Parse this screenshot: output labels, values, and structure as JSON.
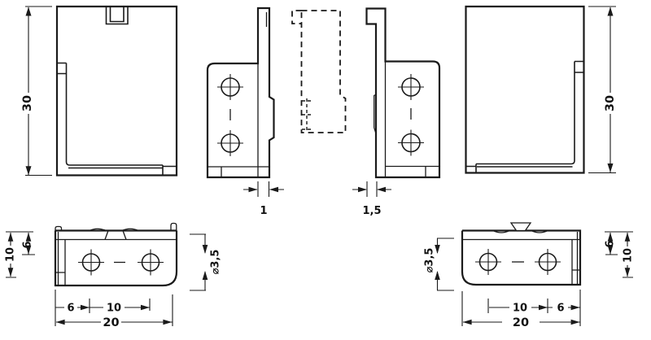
{
  "drawing": {
    "type": "technical-orthographic-views",
    "subject": "pair of mirrored mounting brackets with two holes each",
    "line_color": "#1a1a1a",
    "background": "#ffffff",
    "views": {
      "front_left": {
        "height": "30"
      },
      "side_left": {
        "plate_thickness": "1"
      },
      "side_right": {
        "plate_thickness": "1,5"
      },
      "front_right": {
        "height": "30"
      },
      "top_left": {
        "depth": "10",
        "flange_depth": "6",
        "hole_diameter": "⌀3,5",
        "edge_to_hole": "6",
        "hole_spacing": "10",
        "width": "20"
      },
      "top_right": {
        "hole_diameter": "⌀3,5",
        "hole_spacing": "10",
        "edge_to_hole": "6",
        "width": "20",
        "flange_depth": "6",
        "depth": "10"
      }
    }
  }
}
